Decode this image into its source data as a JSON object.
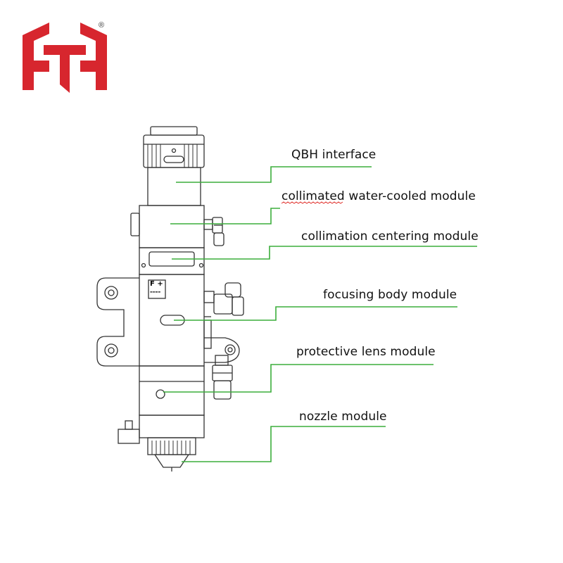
{
  "brand": {
    "logo": "logo",
    "logo_color": "#d7262e",
    "registered_mark": "®"
  },
  "diagram": {
    "leader_color": "#3cae3c",
    "callouts": [
      {
        "id": "qbh",
        "label": "QBH interface"
      },
      {
        "id": "collimated",
        "label": "collimated water-cooled module"
      },
      {
        "id": "centering",
        "label": "collimation centering module"
      },
      {
        "id": "focusing",
        "label": "focusing body module"
      },
      {
        "id": "protective",
        "label": "protective lens module"
      },
      {
        "id": "nozzle",
        "label": "nozzle module"
      }
    ],
    "plate_text": {
      "line1": "F +",
      "line2": "▬▬▬▬"
    }
  }
}
